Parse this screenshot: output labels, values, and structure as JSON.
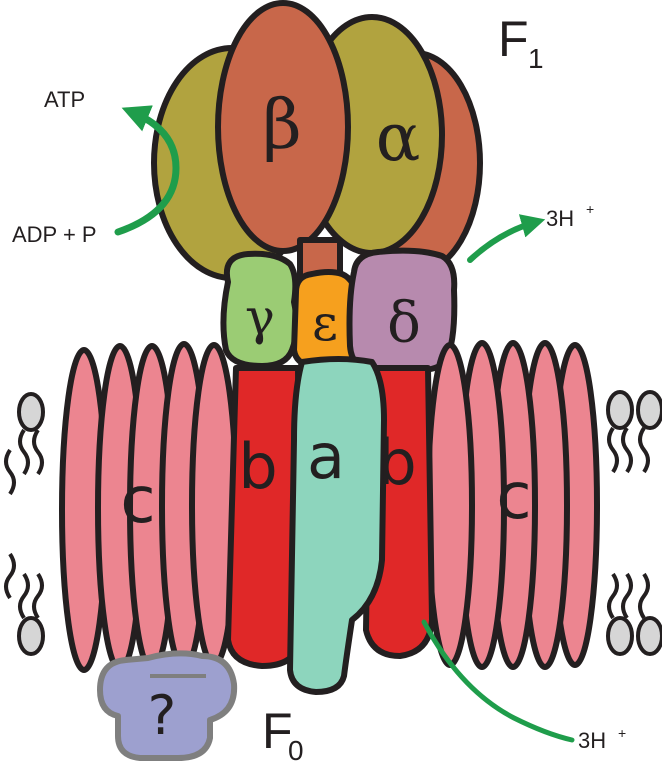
{
  "complex": {
    "f1_label": "F",
    "f1_subscript": "1",
    "f0_label": "F",
    "f0_subscript": "0",
    "unknown_label": "?"
  },
  "subunits": {
    "beta": "β",
    "alpha": "α",
    "gamma": "γ",
    "epsilon": "ε",
    "delta": "δ",
    "b_left": "b",
    "a": "a",
    "b_right": "b",
    "c_left": "c",
    "c_right": "c"
  },
  "reactions": {
    "atp": "ATP",
    "adp_p": "ADP + P",
    "proton_top_base": "3H",
    "proton_top_sup": "+",
    "proton_bottom_base": "3H",
    "proton_bottom_sup": "+"
  },
  "colors": {
    "olive": "#b1a33f",
    "rust": "#c8674a",
    "gamma_green": "#9bcc74",
    "epsilon_orange": "#f6a01e",
    "delta_mauve": "#b78aae",
    "b_red": "#e02828",
    "a_teal": "#8dd5bd",
    "c_pink": "#ec8590",
    "unknown_lavender": "#9da0cf",
    "arrow_green": "#1f9d4b",
    "lipid_head": "#d6d6d6"
  }
}
